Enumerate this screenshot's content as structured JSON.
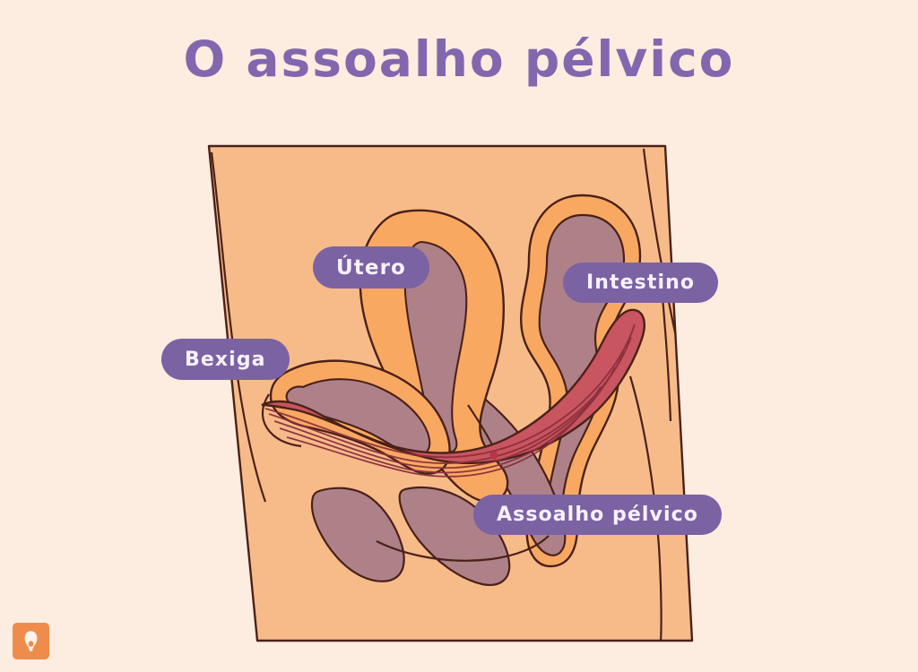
{
  "page": {
    "title": "O assoalho pélvico",
    "background_color": "#FDECE0",
    "title_color": "#8267AE"
  },
  "labels": {
    "uterus": "Útero",
    "bowel": "Intestino",
    "bladder": "Bexiga",
    "pelvic_floor": "Assoalho pélvico",
    "pill_color": "#7B62A3",
    "pill_text_color": "#F7F1FB"
  },
  "illustration": {
    "name": "sagittal-female-pelvis-cross-section",
    "body_fill": "#F7BB8A",
    "outline_color": "#4A2118",
    "organ_wall_color": "#F9A862",
    "organ_lumen_color": "#AE8189",
    "muscle_color": "#C8555F",
    "muscle_stripe_color": "#6E2430"
  },
  "logo": {
    "name": "brand-logo",
    "background_color": "#F08C4B",
    "glyph_color": "#FDF3EC",
    "icon": "tulip-drop-icon"
  }
}
